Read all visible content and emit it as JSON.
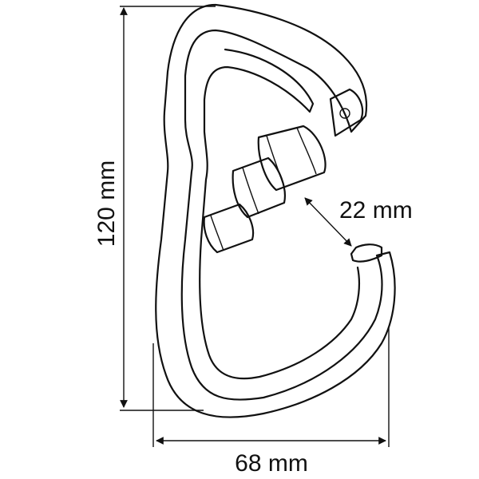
{
  "dimensions": {
    "height_label": "120 mm",
    "gate_opening_label": "22 mm",
    "width_label": "68 mm"
  },
  "colors": {
    "line": "#111111",
    "background": "#ffffff"
  }
}
